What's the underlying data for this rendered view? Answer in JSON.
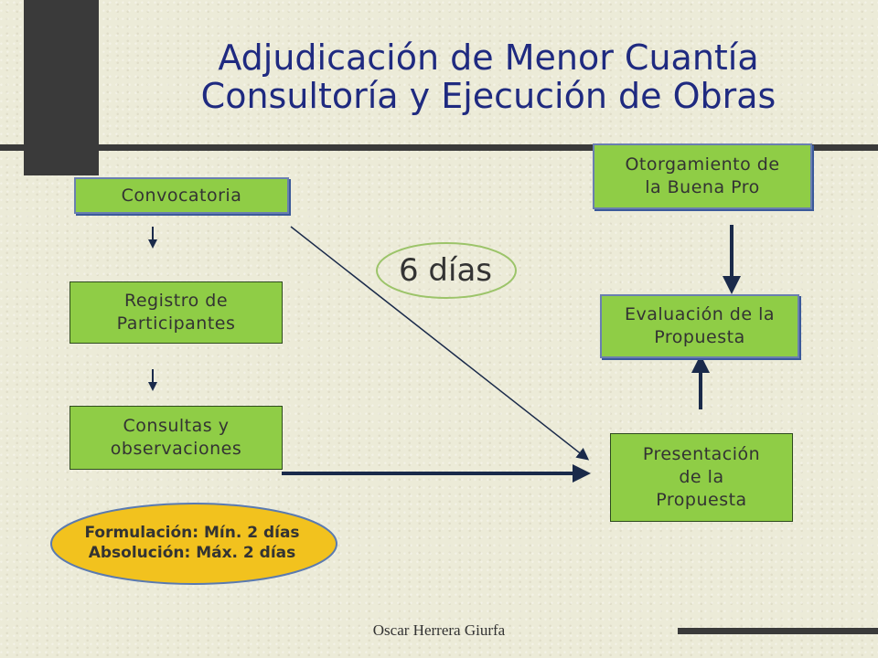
{
  "slide": {
    "title_line1": "Adjudicación de Menor Cuantía",
    "title_line2": "Consultoría y Ejecución de Obras",
    "footer": "Oscar Herrera Giurfa"
  },
  "boxes": {
    "convocatoria": "Convocatoria",
    "registro": "Registro de\nParticipantes",
    "consultas": "Consultas y\nobservaciones",
    "presentacion": "Presentación\nde la\nPropuesta",
    "evaluacion": "Evaluación de la\nPropuesta",
    "otorgamiento": "Otorgamiento de\nla Buena Pro"
  },
  "days_label": "6 días",
  "note": {
    "line1": "Formulación: Mín. 2 días",
    "line2": "Absolución: Máx. 2 días"
  },
  "colors": {
    "title": "#1f2a80",
    "box_fill": "#8fcd46",
    "arrow": "#1a2a4a",
    "note_fill": "#f2c21e"
  }
}
